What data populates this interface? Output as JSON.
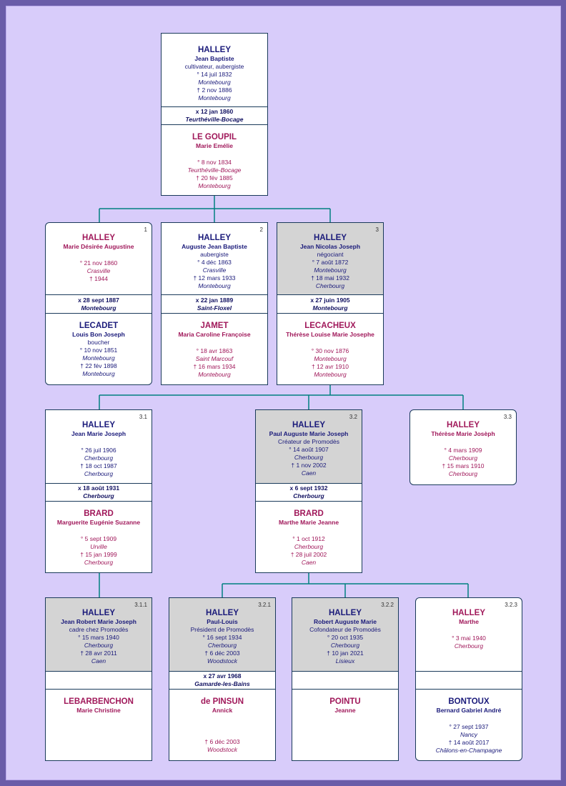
{
  "colors": {
    "male": "#1a1a7a",
    "female": "#a0185a",
    "connector": "#008080",
    "background": "#d8ccfa",
    "frame": "#6a5ca8",
    "highlight": "#d4d4d4"
  },
  "root": {
    "husband": {
      "surname": "HALLEY",
      "given": "Jean Baptiste",
      "occupation": "cultivateur, aubergiste",
      "birth": "° 14 juil 1832",
      "birth_place": "Montebourg",
      "death": "† 2 nov 1886",
      "death_place": "Montebourg"
    },
    "marriage": {
      "date": "x 12 jan 1860",
      "place": "Teurthéville-Bocage"
    },
    "wife": {
      "surname": "LE GOUPIL",
      "given": "Marie Emélie",
      "birth": "° 8 nov 1834",
      "birth_place": "Teurthéville-Bocage",
      "death": "† 20 fév 1885",
      "death_place": "Montebourg"
    }
  },
  "gen2": [
    {
      "number": "1",
      "person": {
        "surname": "HALLEY",
        "given": "Marie Désirée Augustine",
        "birth": "° 21 nov 1860",
        "birth_place": "Crasville",
        "death": "† 1944"
      },
      "marriage": {
        "date": "x 28 sept 1887",
        "place": "Montebourg"
      },
      "spouse": {
        "surname": "LECADET",
        "given": "Louis Bon Joseph",
        "occupation": "boucher",
        "birth": "° 10 nov 1851",
        "birth_place": "Montebourg",
        "death": "† 22 fév 1898",
        "death_place": "Montebourg"
      }
    },
    {
      "number": "2",
      "person": {
        "surname": "HALLEY",
        "given": "Auguste Jean Baptiste",
        "occupation": "aubergiste",
        "birth": "° 4 déc 1863",
        "birth_place": "Crasville",
        "death": "† 12 mars 1933",
        "death_place": "Montebourg"
      },
      "marriage": {
        "date": "x 22 jan 1889",
        "place": "Saint-Floxel"
      },
      "spouse": {
        "surname": "JAMET",
        "given": "Maria Caroline Françoise",
        "birth": "° 18 avr 1863",
        "birth_place": "Saint Marcouf",
        "death": "† 16 mars 1934",
        "death_place": "Montebourg"
      }
    },
    {
      "number": "3",
      "person": {
        "surname": "HALLEY",
        "given": "Jean Nicolas Joseph",
        "occupation": "négociant",
        "birth": "° 7 août 1872",
        "birth_place": "Montebourg",
        "death": "† 18 mai 1932",
        "death_place": "Cherbourg"
      },
      "marriage": {
        "date": "x 27 juin 1905",
        "place": "Montebourg"
      },
      "spouse": {
        "surname": "LECACHEUX",
        "given": "Thérèse Louise Marie Josephe",
        "birth": "° 30 nov 1876",
        "birth_place": "Montebourg",
        "death": "† 12 avr 1910",
        "death_place": "Montebourg"
      }
    }
  ],
  "gen3": [
    {
      "number": "3.1",
      "person": {
        "surname": "HALLEY",
        "given": "Jean Marie Joseph",
        "birth": "° 26 juil 1906",
        "birth_place": "Cherbourg",
        "death": "† 18 oct 1987",
        "death_place": "Cherbourg"
      },
      "marriage": {
        "date": "x 18 août 1931",
        "place": "Cherbourg"
      },
      "spouse": {
        "surname": "BRARD",
        "given": "Marguerite Eugénie Suzanne",
        "birth": "° 5 sept 1909",
        "birth_place": "Urville",
        "death": "† 15 jan 1999",
        "death_place": "Cherbourg"
      }
    },
    {
      "number": "3.2",
      "person": {
        "surname": "HALLEY",
        "given": "Paul Auguste Marie Joseph",
        "occupation": "Créateur de Promodès",
        "birth": "° 14 août 1907",
        "birth_place": "Cherbourg",
        "death": "† 1 nov 2002",
        "death_place": "Caen"
      },
      "marriage": {
        "date": "x 6 sept 1932",
        "place": "Cherbourg"
      },
      "spouse": {
        "surname": "BRARD",
        "given": "Marthe Marie Jeanne",
        "birth": "° 1 oct 1912",
        "birth_place": "Cherbourg",
        "death": "† 28 juil 2002",
        "death_place": "Caen"
      }
    },
    {
      "number": "3.3",
      "person": {
        "surname": "HALLEY",
        "given": "Thérèse Marie Josèph",
        "birth": "° 4 mars 1909",
        "birth_place": "Cherbourg",
        "death": "† 15 mars 1910",
        "death_place": "Cherbourg"
      }
    }
  ],
  "gen4": [
    {
      "number": "3.1.1",
      "person": {
        "surname": "HALLEY",
        "given": "Jean Robert Marie Joseph",
        "occupation": "cadre chez Promodès",
        "birth": "° 15 mars 1940",
        "birth_place": "Cherbourg",
        "death": "† 28 avr 2011",
        "death_place": "Caen"
      },
      "spouse": {
        "surname": "LEBARBENCHON",
        "given": "Marie Christine"
      }
    },
    {
      "number": "3.2.1",
      "person": {
        "surname": "HALLEY",
        "given": "Paul-Louis",
        "occupation": "Président de Promodès",
        "birth": "° 16 sept 1934",
        "birth_place": "Cherbourg",
        "death": "† 6 déc 2003",
        "death_place": "Woodstock"
      },
      "marriage": {
        "date": "x 27 avr 1968",
        "place": "Gamarde-les-Bains"
      },
      "spouse": {
        "surname": "de PINSUN",
        "given": "Annick",
        "death": "† 6 déc 2003",
        "death_place": "Woodstock"
      }
    },
    {
      "number": "3.2.2",
      "person": {
        "surname": "HALLEY",
        "given": "Robert Auguste Marie",
        "occupation": "Cofondateur de Promodès",
        "birth": "° 20 oct 1935",
        "birth_place": "Cherbourg",
        "death": "† 10 jan 2021",
        "death_place": "Lisieux"
      },
      "spouse": {
        "surname": "POINTU",
        "given": "Jeanne"
      }
    },
    {
      "number": "3.2.3",
      "person": {
        "surname": "HALLEY",
        "given": "Marthe",
        "birth": "° 3 mai 1940",
        "birth_place": "Cherbourg"
      },
      "spouse": {
        "surname": "BONTOUX",
        "given": "Bernard Gabriel André",
        "birth": "° 27 sept 1937",
        "birth_place": "Nancy",
        "death": "† 14 août 2017",
        "death_place": "Châlons-en-Champagne"
      }
    }
  ]
}
